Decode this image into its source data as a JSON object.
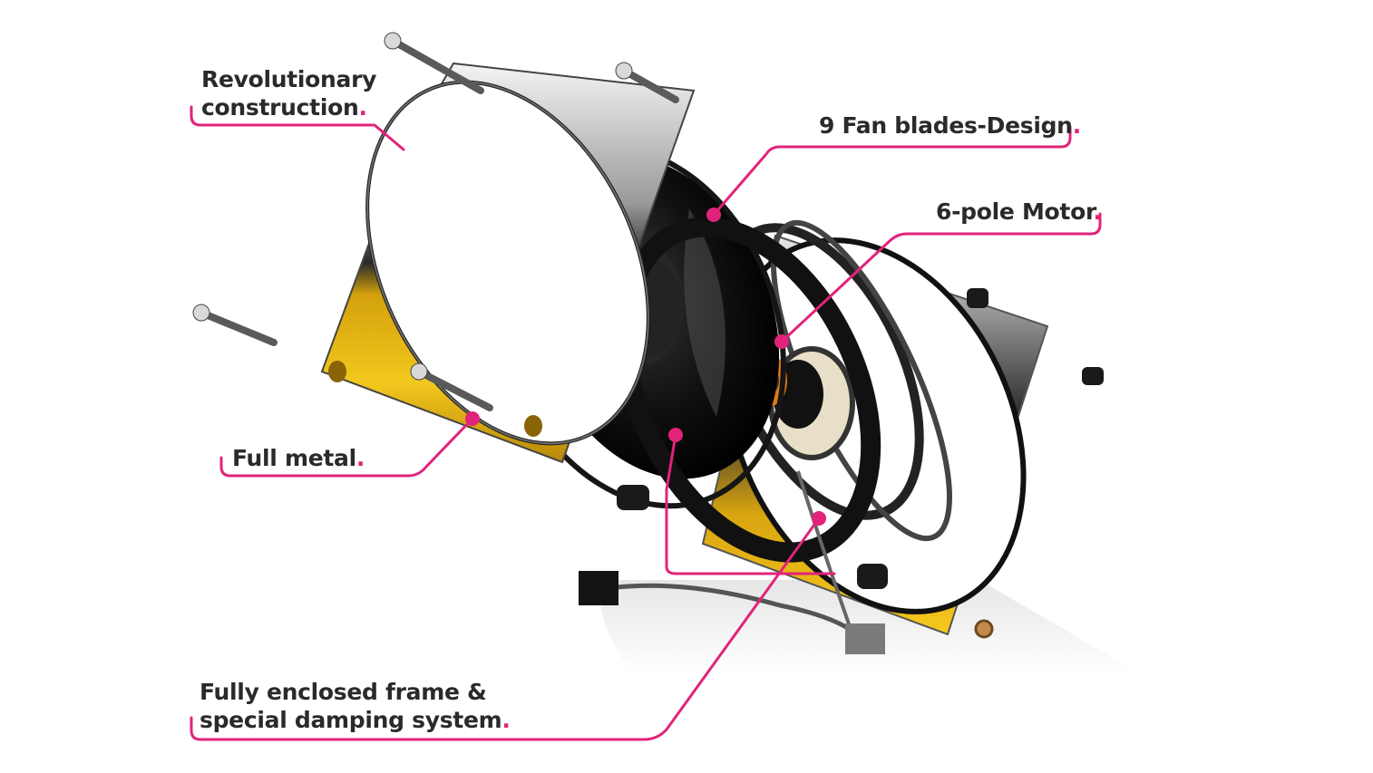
{
  "accent_color": "#e2237b",
  "text_color": "#2a2a2a",
  "callouts": {
    "revolutionary": {
      "lines": [
        "Revolutionary",
        "construction"
      ],
      "end": "."
    },
    "blades": {
      "lines": [
        "9 Fan blades-Design"
      ],
      "end": "."
    },
    "motor": {
      "lines": [
        "6-pole Motor"
      ],
      "end": "."
    },
    "metal": {
      "lines": [
        "Full metal"
      ],
      "end": "."
    },
    "frame": {
      "lines": [
        "Fully enclosed frame &",
        "special damping system"
      ],
      "end": "."
    }
  }
}
